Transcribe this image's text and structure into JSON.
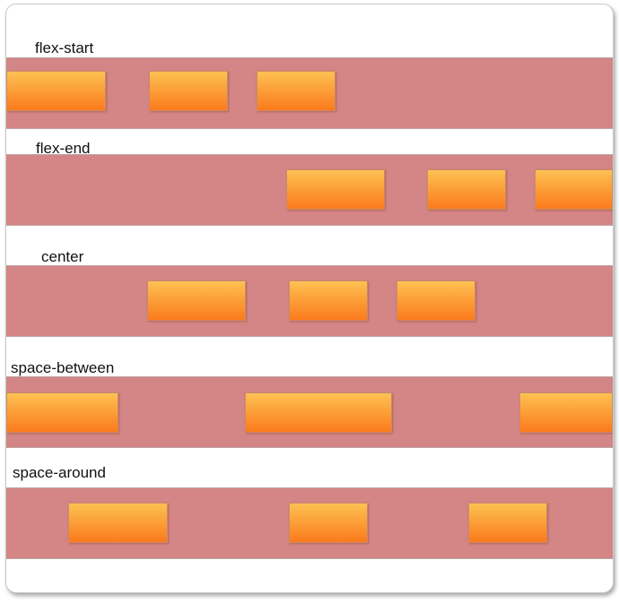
{
  "accent": {
    "band_color": "#d48585",
    "box_top_color": "#fdc153",
    "box_bottom_color": "#fb7a1c"
  },
  "rows": [
    {
      "label": "flex-start"
    },
    {
      "label": "flex-end"
    },
    {
      "label": "center"
    },
    {
      "label": "space-between"
    },
    {
      "label": "space-around"
    }
  ]
}
